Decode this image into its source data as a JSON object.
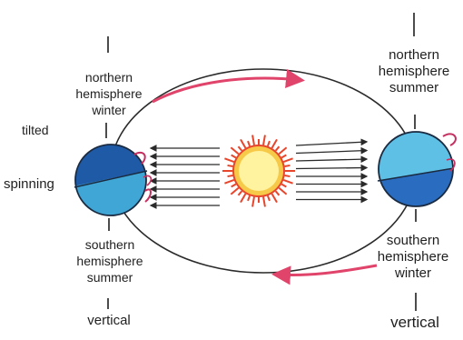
{
  "labels": {
    "tilted": "tilted",
    "spinning": "spinning",
    "left_top": [
      "northern",
      "hemisphere",
      "winter"
    ],
    "left_bottom": [
      "southern",
      "hemisphere",
      "summer"
    ],
    "left_vertical": "vertical",
    "right_top": [
      "northern",
      "hemisphere",
      "summer"
    ],
    "right_bottom": [
      "southern",
      "hemisphere",
      "winter"
    ],
    "right_vertical": "vertical"
  },
  "colors": {
    "orbit": "#2a2a2a",
    "motion_arrow": "#e0446a",
    "earth_north_left": "#1f5aa6",
    "earth_south_left": "#3fa6d6",
    "earth_north_right": "#5fc0e6",
    "earth_south_right": "#2a6cc0",
    "sun_core": "#fff3a0",
    "sun_rim": "#f7c948",
    "sun_rays": "#e8462c"
  }
}
